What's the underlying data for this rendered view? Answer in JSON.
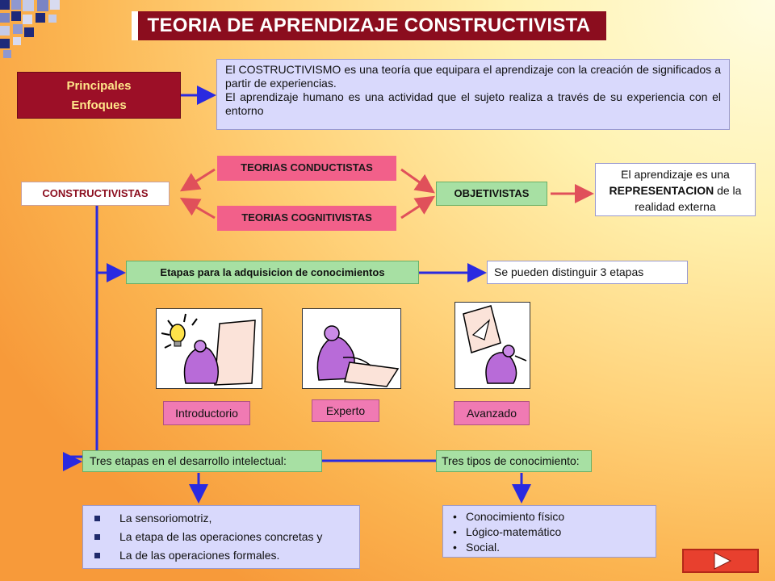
{
  "title": "TEORIA DE APRENDIZAJE CONSTRUCTIVISTA",
  "enfoques": {
    "line1": "Principales",
    "line2": "Enfoques"
  },
  "definition": {
    "p1": "El COSTRUCTIVISMO  es una teoría que equipara el aprendizaje con la creación de significados a partir de experiencias.",
    "p2": "El aprendizaje humano es una actividad que el sujeto realiza a través de su experiencia con el entorno"
  },
  "nodes": {
    "constructivistas": "CONSTRUCTIVISTAS",
    "conductistas": "TEORIAS CONDUCTISTAS",
    "cognitivistas": "TEORIAS COGNITIVISTAS",
    "objetivistas": "OBJETIVISTAS",
    "representacion": {
      "pre": "El aprendizaje es una",
      "bold": "REPRESENTACION",
      "post": " de la realidad externa"
    },
    "etapas": "Etapas para la adquisicion de conocimientos",
    "distinguir": "Se pueden distinguir 3 etapas"
  },
  "stages": [
    "Introductorio",
    "Experto",
    "Avanzado"
  ],
  "desarrollo": {
    "header": "Tres etapas en el desarrollo intelectual:",
    "items": [
      "La sensoriomotriz,",
      "La etapa de las operaciones concretas y",
      "La de las operaciones formales."
    ]
  },
  "conocimiento": {
    "header": "Tres tipos de conocimiento:",
    "items": [
      "Conocimiento físico",
      "Lógico-matemático",
      "Social."
    ]
  },
  "icons": {
    "next": "play-arrow-icon"
  },
  "colors": {
    "title_bg": "#8b0d1e",
    "pink": "#f2608a",
    "green": "#a7e0a3",
    "lavender": "#d9d9fc",
    "connector": "#2a2ae0",
    "red_arrow": "#e0505a"
  }
}
